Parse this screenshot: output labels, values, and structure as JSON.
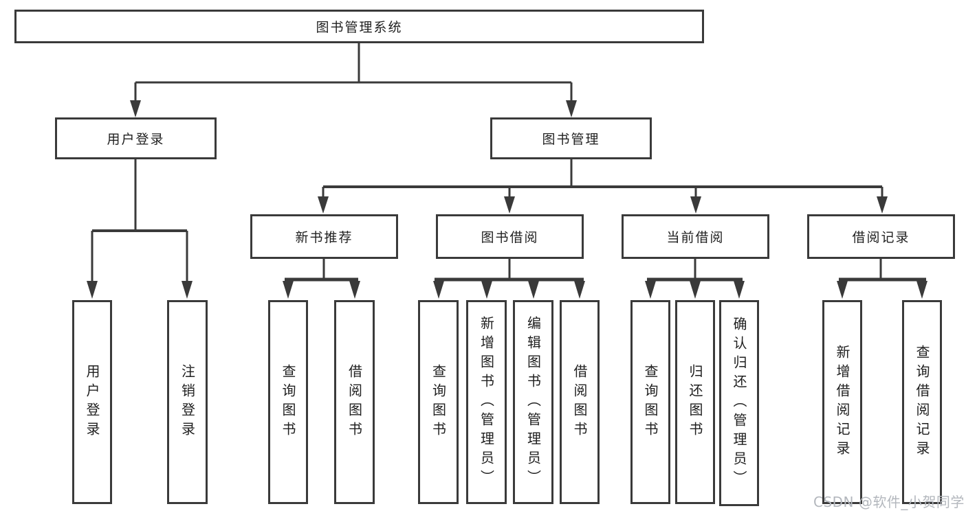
{
  "diagram": {
    "type": "hierarchy",
    "tree": {
      "root": {
        "label": "图书管理系统"
      },
      "branches": [
        {
          "label": "用户登录",
          "children": [
            {
              "label": "用户登录"
            },
            {
              "label": "注销登录"
            }
          ]
        },
        {
          "label": "图书管理",
          "children": [
            {
              "label": "新书推荐",
              "children": [
                {
                  "label": "查询图书"
                },
                {
                  "label": "借阅图书"
                }
              ]
            },
            {
              "label": "图书借阅",
              "children": [
                {
                  "label": "查询图书"
                },
                {
                  "label": "新增图书（管理员）"
                },
                {
                  "label": "编辑图书（管理员）"
                },
                {
                  "label": "借阅图书"
                }
              ]
            },
            {
              "label": "当前借阅",
              "children": [
                {
                  "label": "查询图书"
                },
                {
                  "label": "归还图书"
                },
                {
                  "label": "确认归还（管理员）"
                }
              ]
            },
            {
              "label": "借阅记录",
              "children": [
                {
                  "label": "新增借阅记录"
                },
                {
                  "label": "查询借阅记录"
                }
              ]
            }
          ]
        }
      ]
    },
    "colors": {
      "line": "#3a3a3a",
      "box_border": "#3a3a3a",
      "box_fill": "#ffffff",
      "text": "#1f1f1f",
      "background": "#ffffff",
      "watermark": "#b3b7bd"
    }
  },
  "watermark": {
    "text": "CSDN @软件_小贺同学"
  }
}
